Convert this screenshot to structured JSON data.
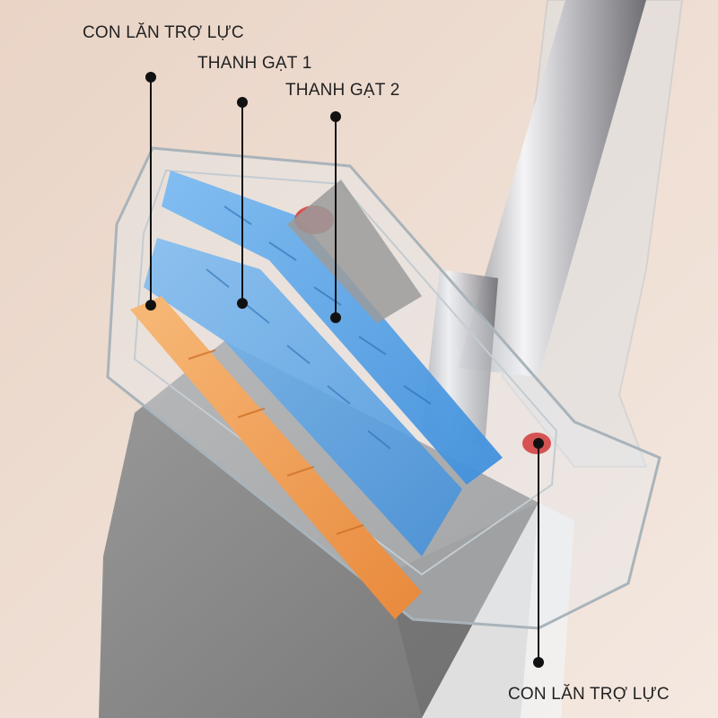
{
  "labels": {
    "roller_top": "CON LĂN TRỢ LỰC",
    "wiper_1": "THANH GẠT 1",
    "wiper_2": "THANH GẠT 2",
    "roller_bottom": "CON LĂN TRỢ LỰC"
  },
  "colors": {
    "background": "#eddcd1",
    "wiper_blue": "#5aa6ea",
    "roller_orange": "#f3a55a",
    "mop_pad_gray": "#8a8a8a",
    "handle_silver": "#c9c9cc",
    "accent_red": "#d23a3a"
  }
}
